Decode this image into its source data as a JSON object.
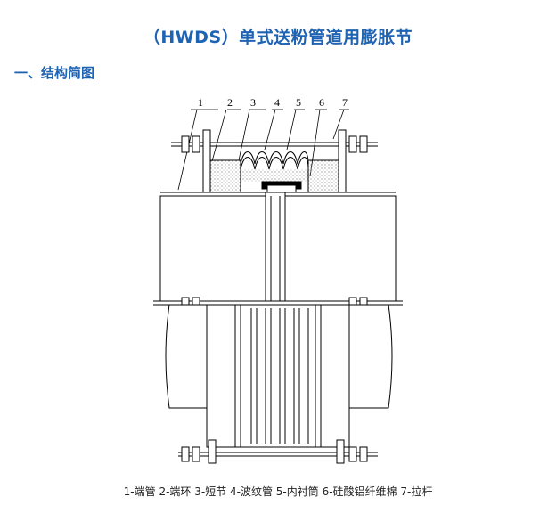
{
  "document": {
    "title": "（HWDS）单式送粉管道用膨胀节",
    "section_heading": "一、结构简图",
    "diagram": {
      "part_numbers": [
        "1",
        "2",
        "3",
        "4",
        "5",
        "6",
        "7"
      ]
    },
    "caption": "1-端管  2-端环  3-短节  4-波纹管  5-内衬筒  6-硅酸铝纤维棉  7-拉杆"
  }
}
